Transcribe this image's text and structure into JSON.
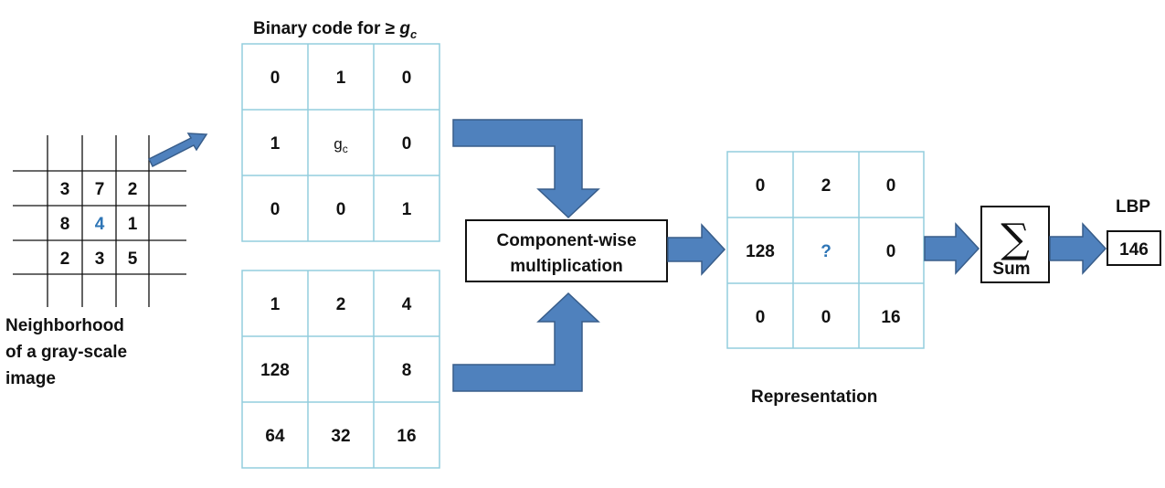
{
  "neighborhood": {
    "grid": [
      [
        "3",
        "7",
        "2"
      ],
      [
        "8",
        "4",
        "1"
      ],
      [
        "2",
        "3",
        "5"
      ]
    ],
    "caption": [
      "Neighborhood",
      "of a  gray-scale",
      "image"
    ]
  },
  "binary": {
    "title_prefix": "Binary code for ≥ ",
    "title_var": "g",
    "title_sub": "c",
    "grid": [
      [
        "0",
        "1",
        "0"
      ],
      [
        "1",
        "g",
        "0"
      ],
      [
        "0",
        "0",
        "1"
      ]
    ],
    "center_sub": "c"
  },
  "weights": {
    "grid": [
      [
        "1",
        "2",
        "4"
      ],
      [
        "128",
        "",
        "8"
      ],
      [
        "64",
        "32",
        "16"
      ]
    ]
  },
  "multiply": {
    "lines": [
      "Component-wise",
      "multiplication"
    ]
  },
  "representation": {
    "grid": [
      [
        "0",
        "2",
        "0"
      ],
      [
        "128",
        "?",
        "0"
      ],
      [
        "0",
        "0",
        "16"
      ]
    ],
    "caption": "Representation"
  },
  "sum": {
    "symbol": "∑",
    "label": "Sum"
  },
  "lbp": {
    "label": "LBP",
    "value": "146"
  },
  "colors": {
    "arrow_fill": "#4f81bd",
    "arrow_stroke": "#385d8a",
    "grid_line": "#93cddd",
    "highlight": "#2e75b6"
  }
}
